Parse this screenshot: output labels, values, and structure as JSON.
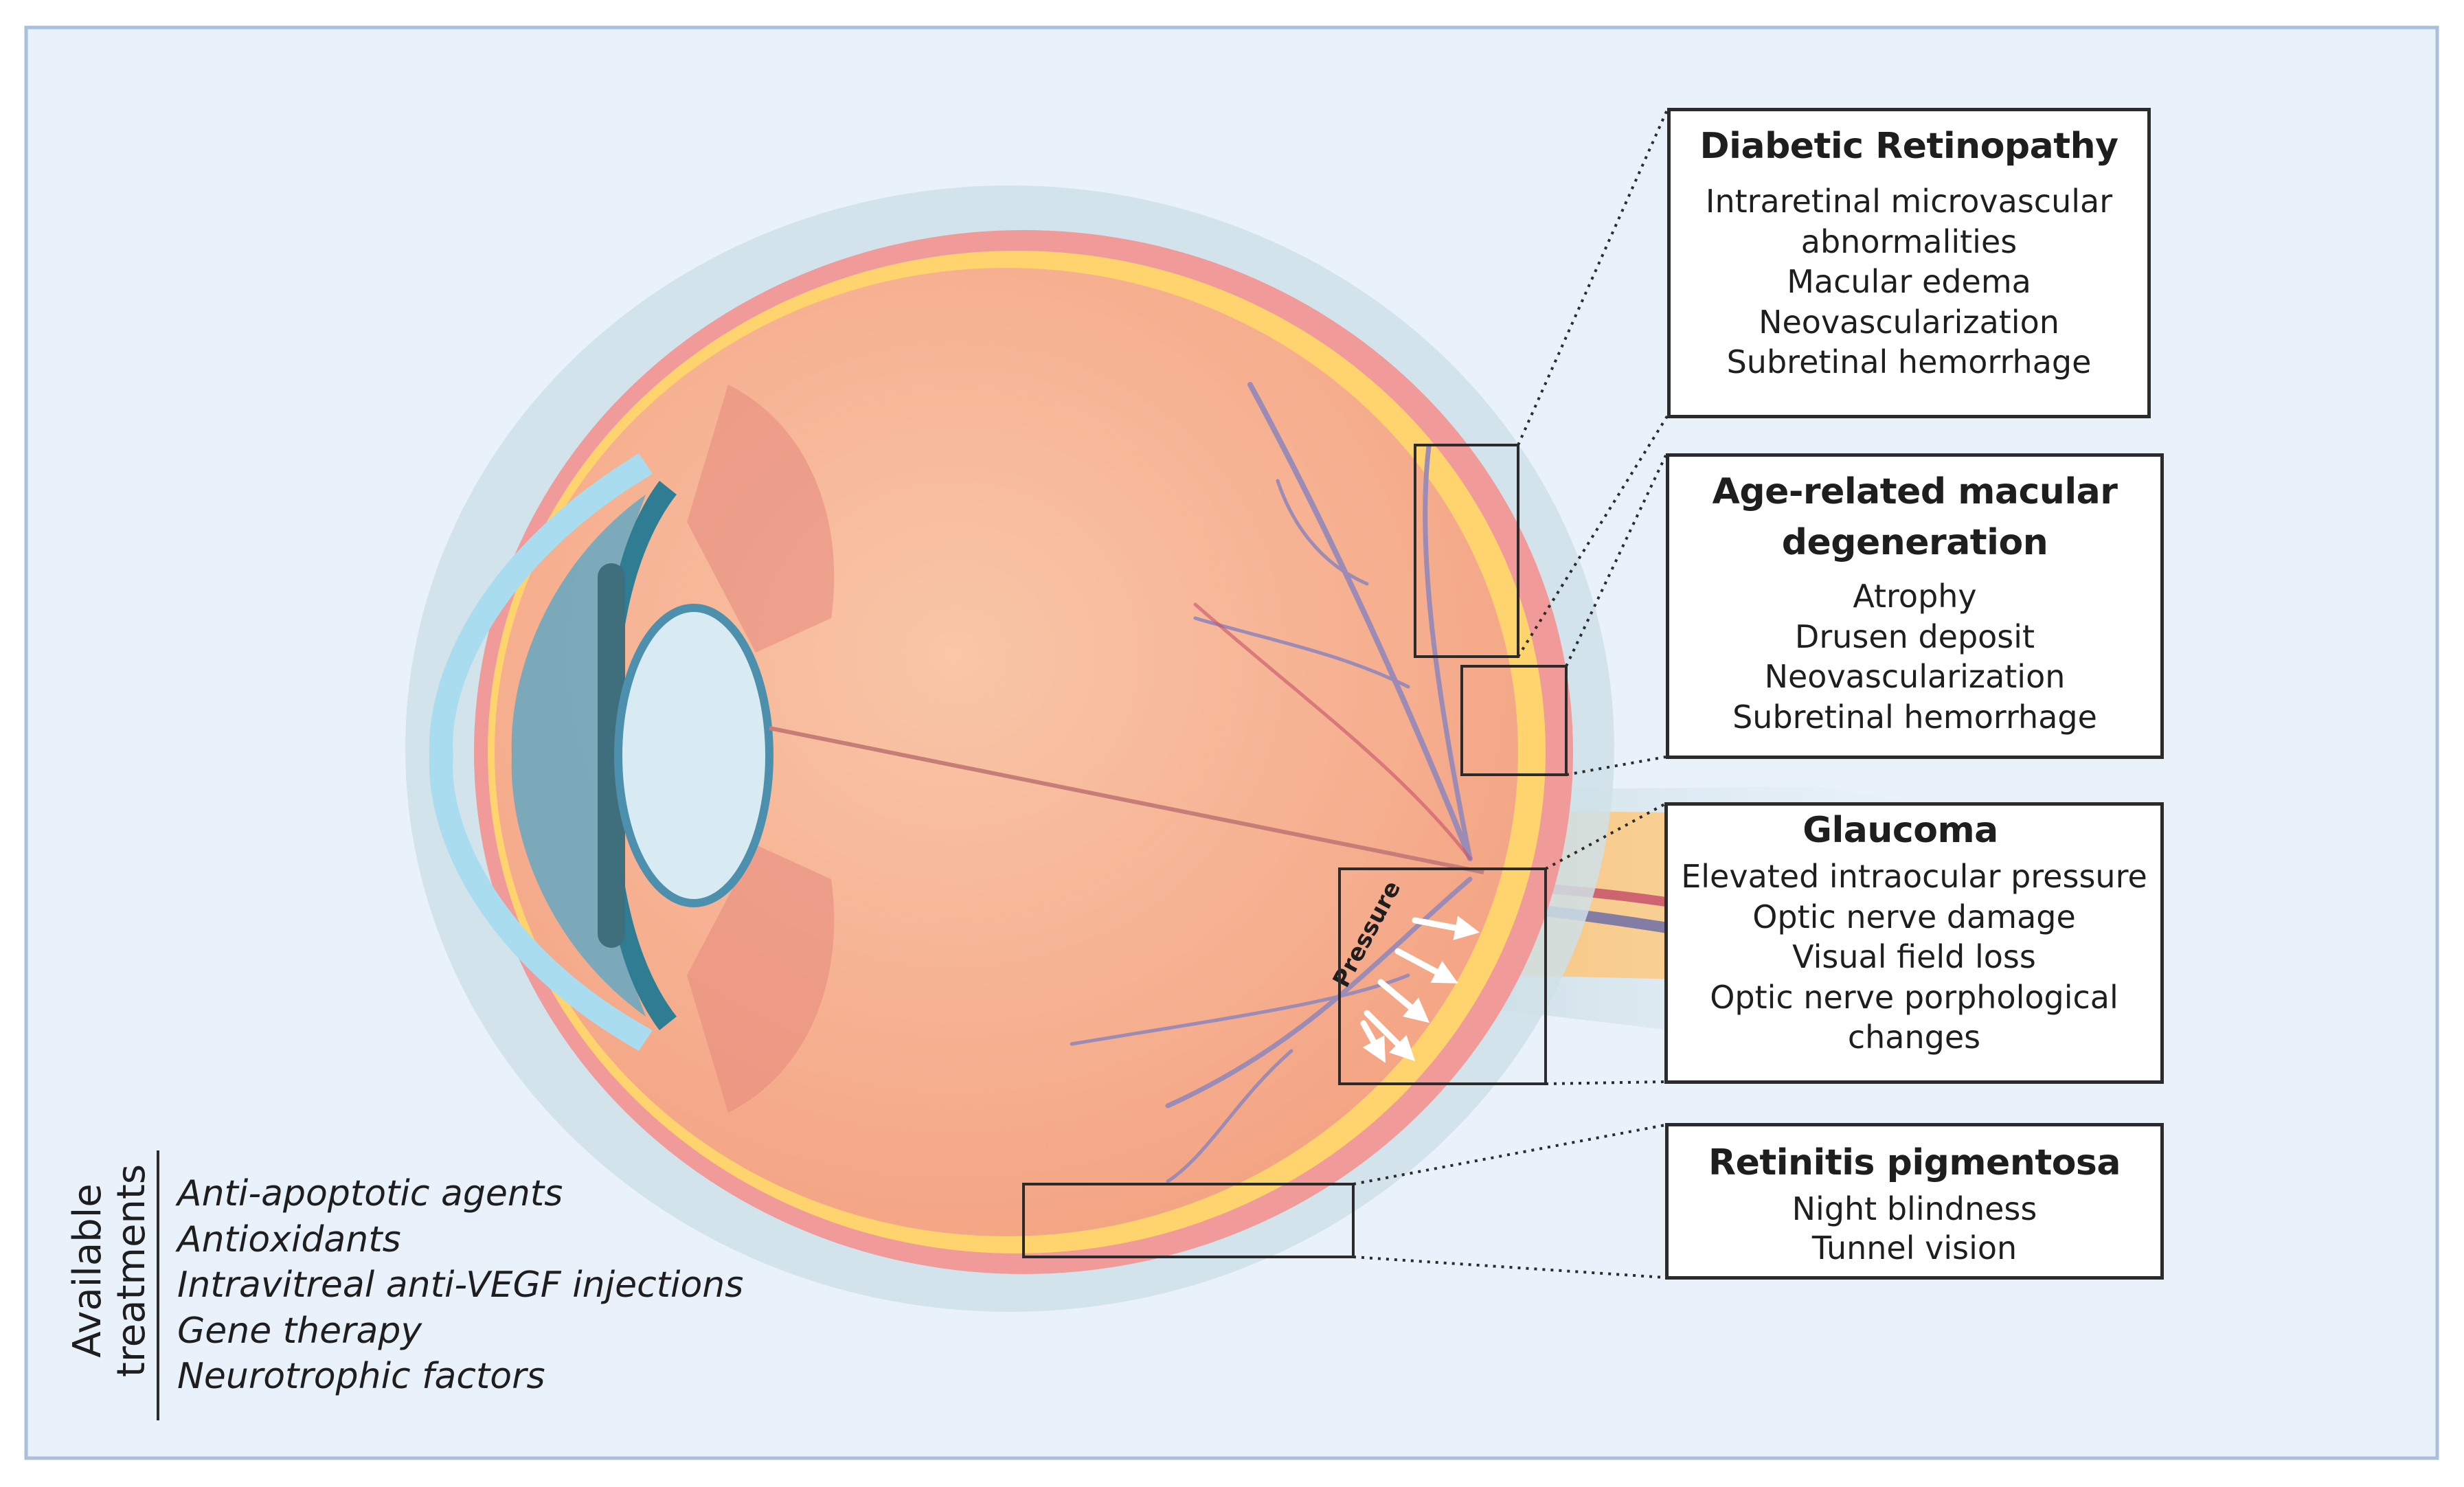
{
  "colors": {
    "frame_bg": "#e9f2fb",
    "frame_border": "#a9bfdc",
    "sclera_halo": "#cfe0e8",
    "sclera": "#f19a9a",
    "choroid": "#ffd36e",
    "vitreous": "#f6a98a",
    "lens": "#d8ebf3",
    "iris": "#2f7d93",
    "cornea": "#a9dcef",
    "optic_nerve": "#f7c886",
    "vessel_red": "#c6516a",
    "vessel_blue": "#6e6fa8",
    "box_border": "#2b2b2b",
    "pressure_arrows": "#ffffff"
  },
  "eye_annotation": {
    "pressure_label": "Pressure"
  },
  "diseases": [
    {
      "title": "Diabetic Retinopathy",
      "items": [
        "Intraretinal microvascular",
        "abnormalities",
        "Macular edema",
        "Neovascularization",
        "Subretinal hemorrhage"
      ]
    },
    {
      "title_lines": [
        "Age-related macular",
        "degeneration"
      ],
      "items": [
        "Atrophy",
        "Drusen deposit",
        "Neovascularization",
        "Subretinal hemorrhage"
      ]
    },
    {
      "title": "Glaucoma",
      "items": [
        "Elevated intraocular pressure",
        "Optic nerve damage",
        "Visual field loss",
        "Optic nerve porphological",
        "changes"
      ]
    },
    {
      "title": "Retinitis pigmentosa",
      "items": [
        "Night blindness",
        "Tunnel vision"
      ]
    }
  ],
  "treatments": {
    "label": "Available\ntreatments",
    "items": [
      "Anti-apoptotic agents",
      "Antioxidants",
      "Intravitreal anti-VEGF injections",
      "Gene therapy",
      "Neurotrophic factors"
    ]
  }
}
